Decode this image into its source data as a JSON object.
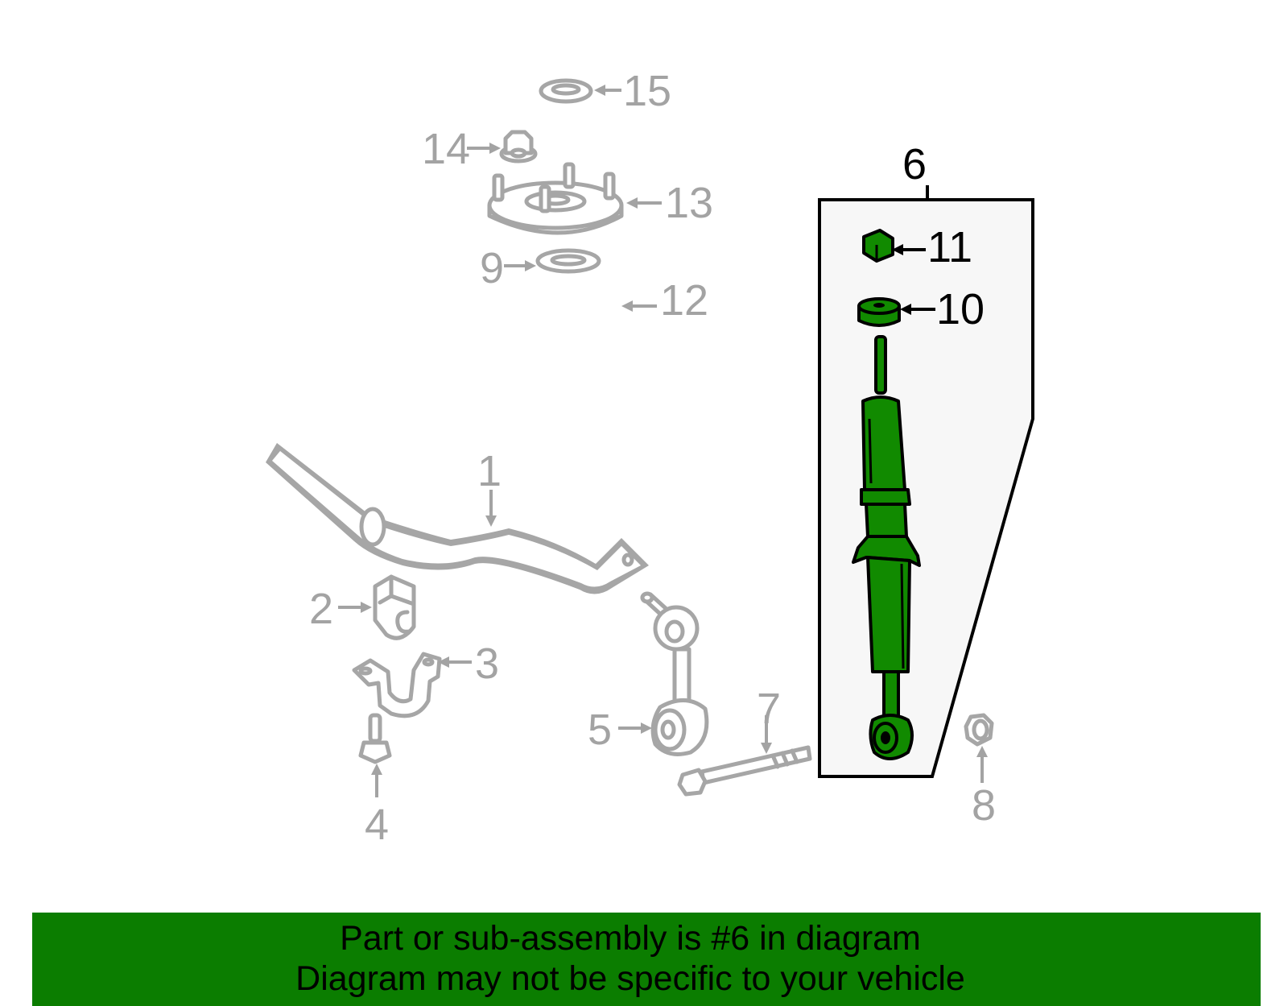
{
  "diagram": {
    "callouts": {
      "p1": "1",
      "p2": "2",
      "p3": "3",
      "p4": "4",
      "p5": "5",
      "p6": "6",
      "p7": "7",
      "p8": "8",
      "p9": "9",
      "p10": "10",
      "p11": "11",
      "p12": "12",
      "p13": "13",
      "p14": "14",
      "p15": "15"
    },
    "highlighted_part": "6",
    "colors": {
      "highlight_green": "#118a00",
      "inactive_gray": "#a6a6a6",
      "banner_green": "#0b7d00",
      "panel_fill": "#f7f7f7"
    }
  },
  "banner": {
    "line1": "Part or sub-assembly is #6 in diagram",
    "line2": "Diagram may not be specific to your vehicle"
  }
}
